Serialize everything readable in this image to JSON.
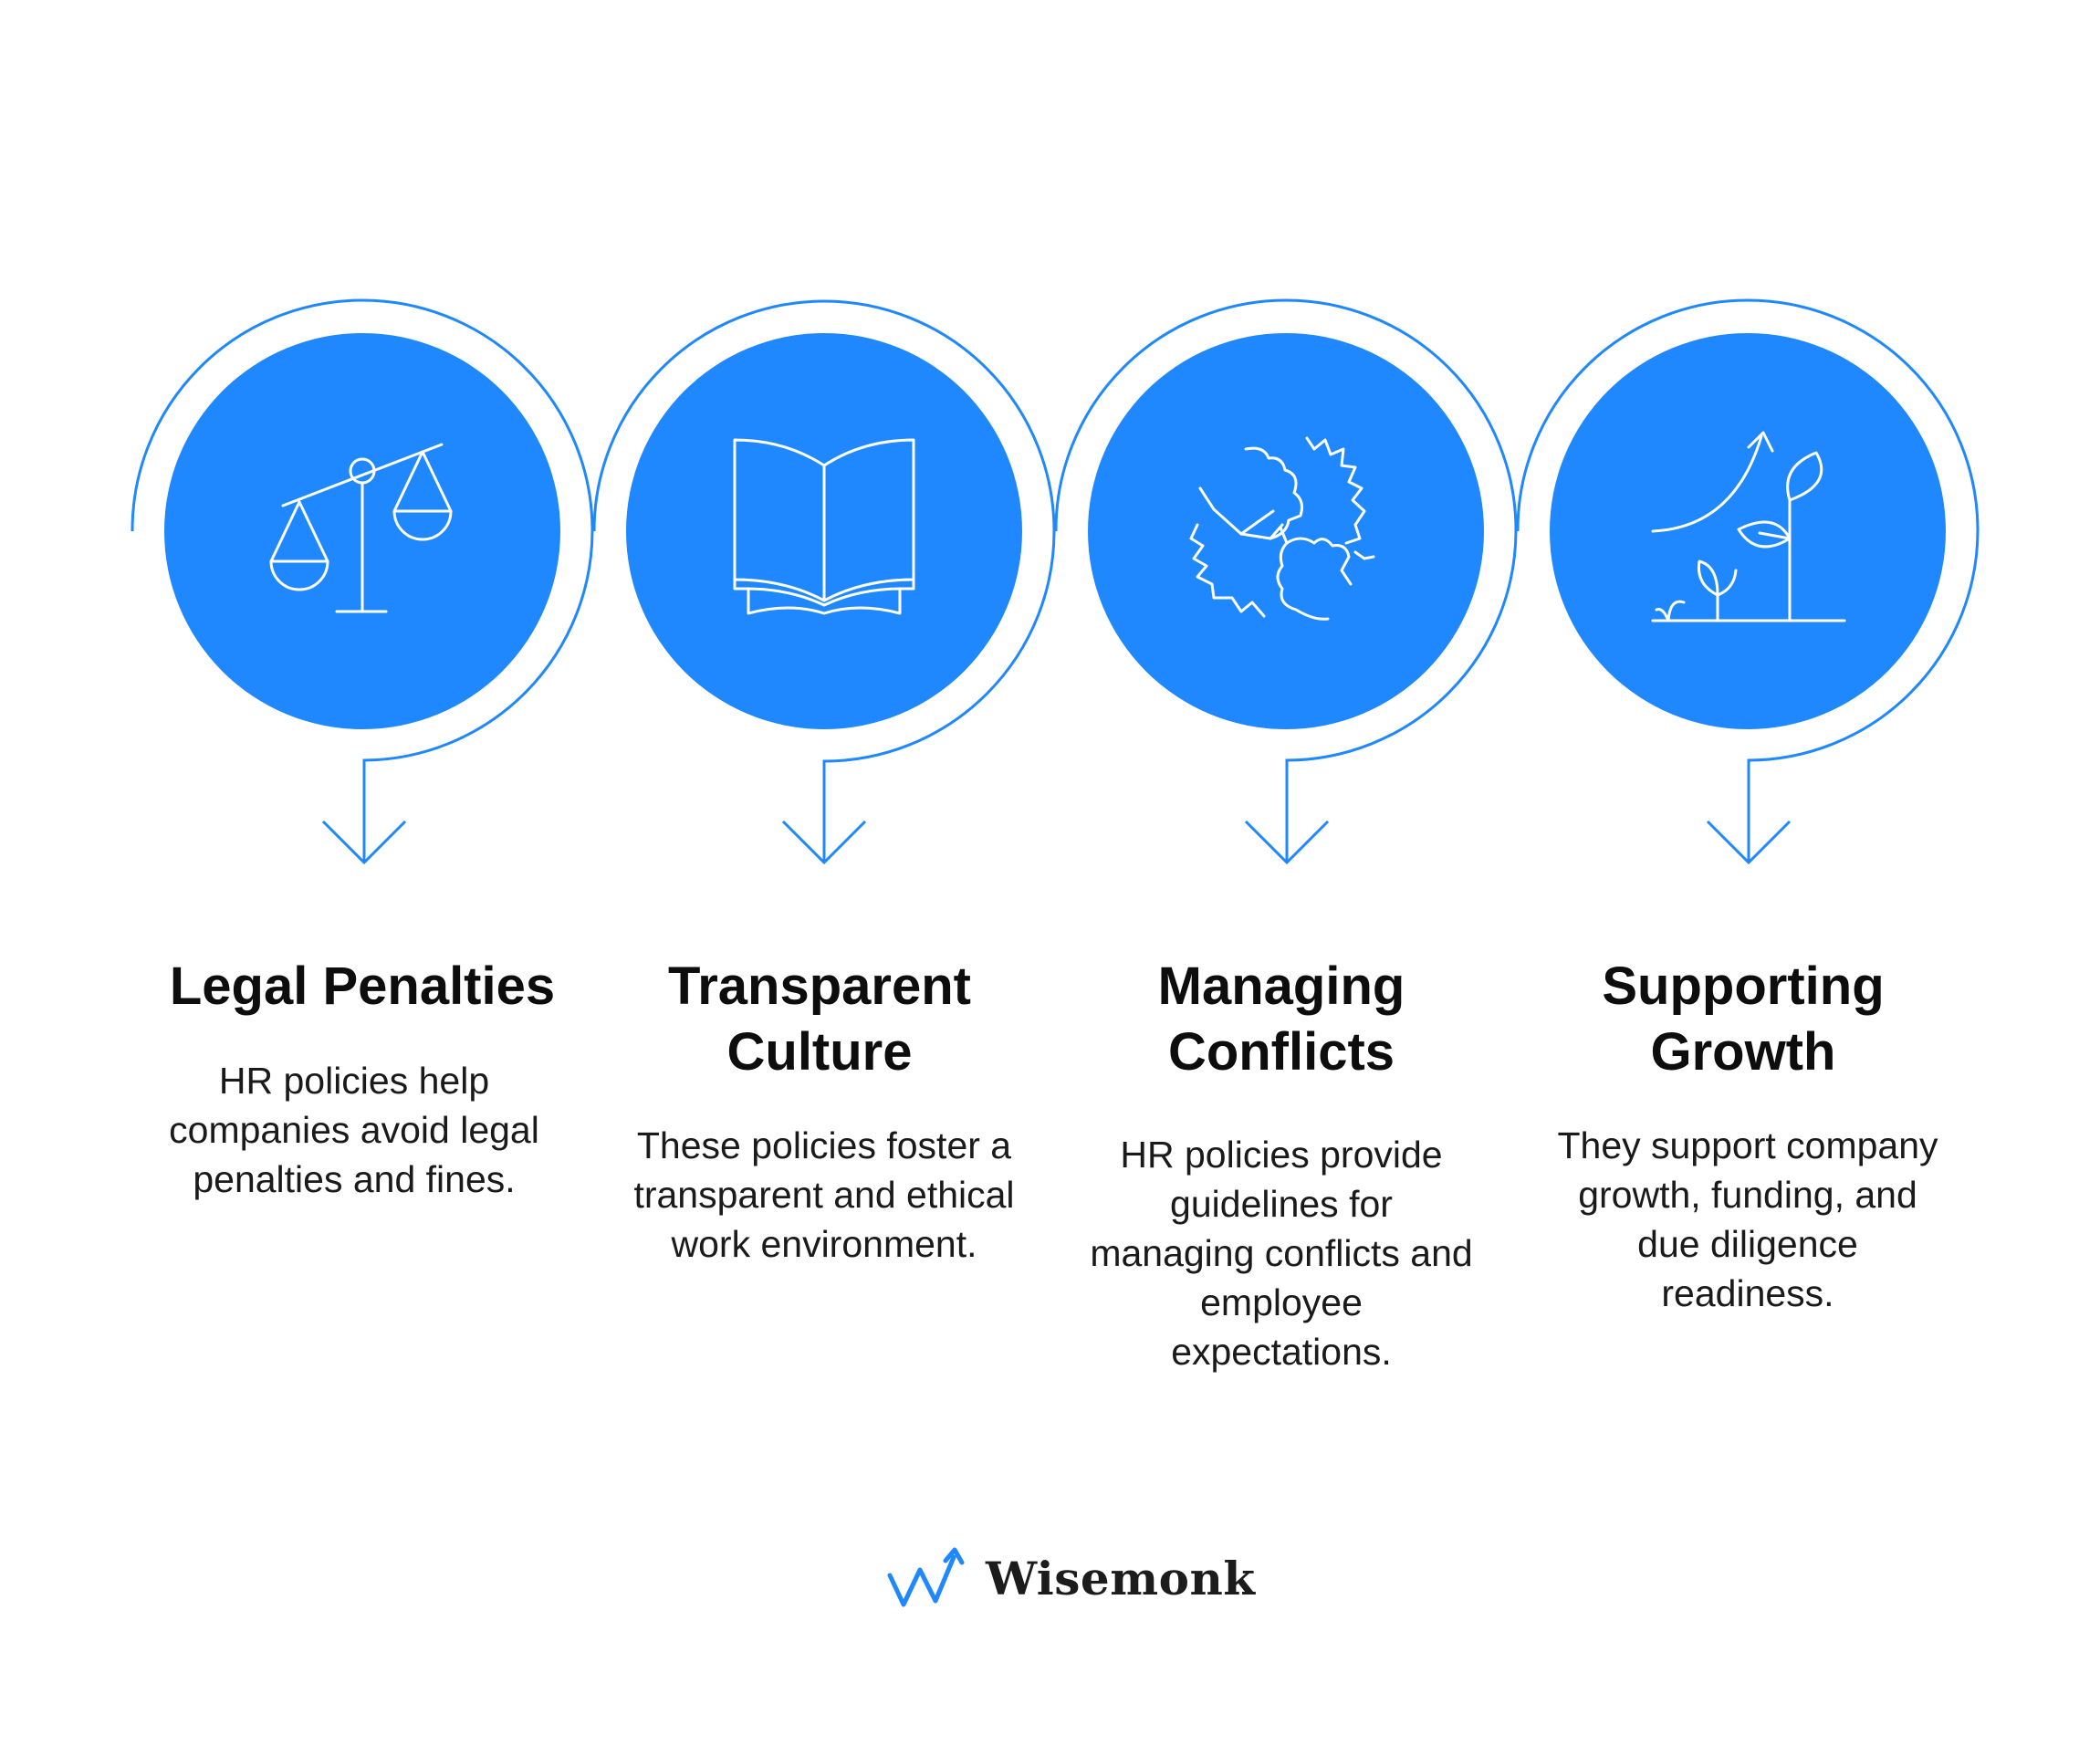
{
  "colors": {
    "accent": "#1f88ff",
    "icon_stroke": "#ffffff",
    "text": "#111111"
  },
  "steps": [
    {
      "icon": "scales-of-justice-icon",
      "title": "Legal Penalties",
      "description": "HR policies help companies avoid legal penalties and fines."
    },
    {
      "icon": "open-book-icon",
      "title": "Transparent Culture",
      "description": "These policies foster a transparent and ethical work environment."
    },
    {
      "icon": "handshake-conflict-icon",
      "title": "Managing Conflicts",
      "description": "HR policies provide guidelines for managing conflicts and employee expectations."
    },
    {
      "icon": "growth-plant-icon",
      "title": "Supporting Growth",
      "description": "They support company growth, funding, and due diligence readiness."
    }
  ],
  "brand": {
    "name": "Wisemonk",
    "icon": "wisemonk-logo-icon"
  }
}
